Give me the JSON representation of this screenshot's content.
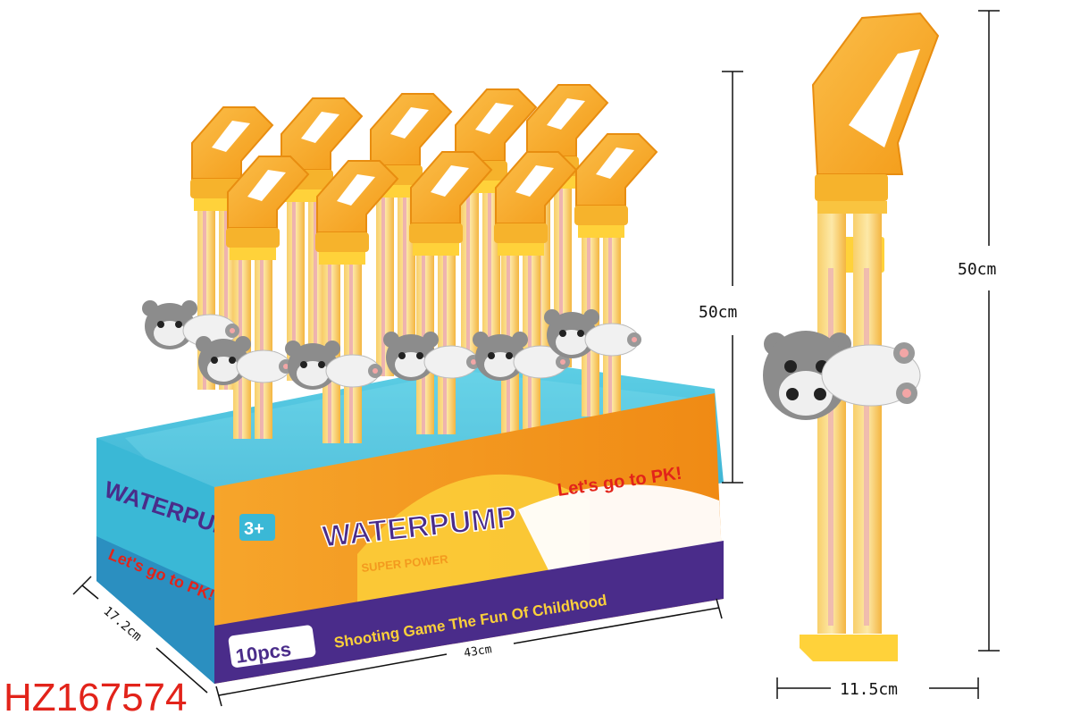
{
  "product_code": "HZ167574",
  "dimensions": {
    "display_box_height": "50cm",
    "single_unit_height": "50cm",
    "single_unit_width": "11.5cm",
    "box_length": "43cm",
    "box_depth": "17.2cm"
  },
  "box": {
    "brand": "WATERPUMP",
    "brand_sub": "SUPER POWER",
    "age_badge": "3+",
    "slogan": "Let's go to PK!",
    "tagline": "Shooting Game  The Fun Of Childhood",
    "count": "10pcs"
  },
  "colors": {
    "handle": "#f7a823",
    "tube": "#f6c24a",
    "tube_pink": "#e8a0b8",
    "box_teal": "#3ab8d6",
    "box_orange": "#f39a1e",
    "box_purple": "#4a2c8a",
    "dimension_code": "#e2231a"
  }
}
